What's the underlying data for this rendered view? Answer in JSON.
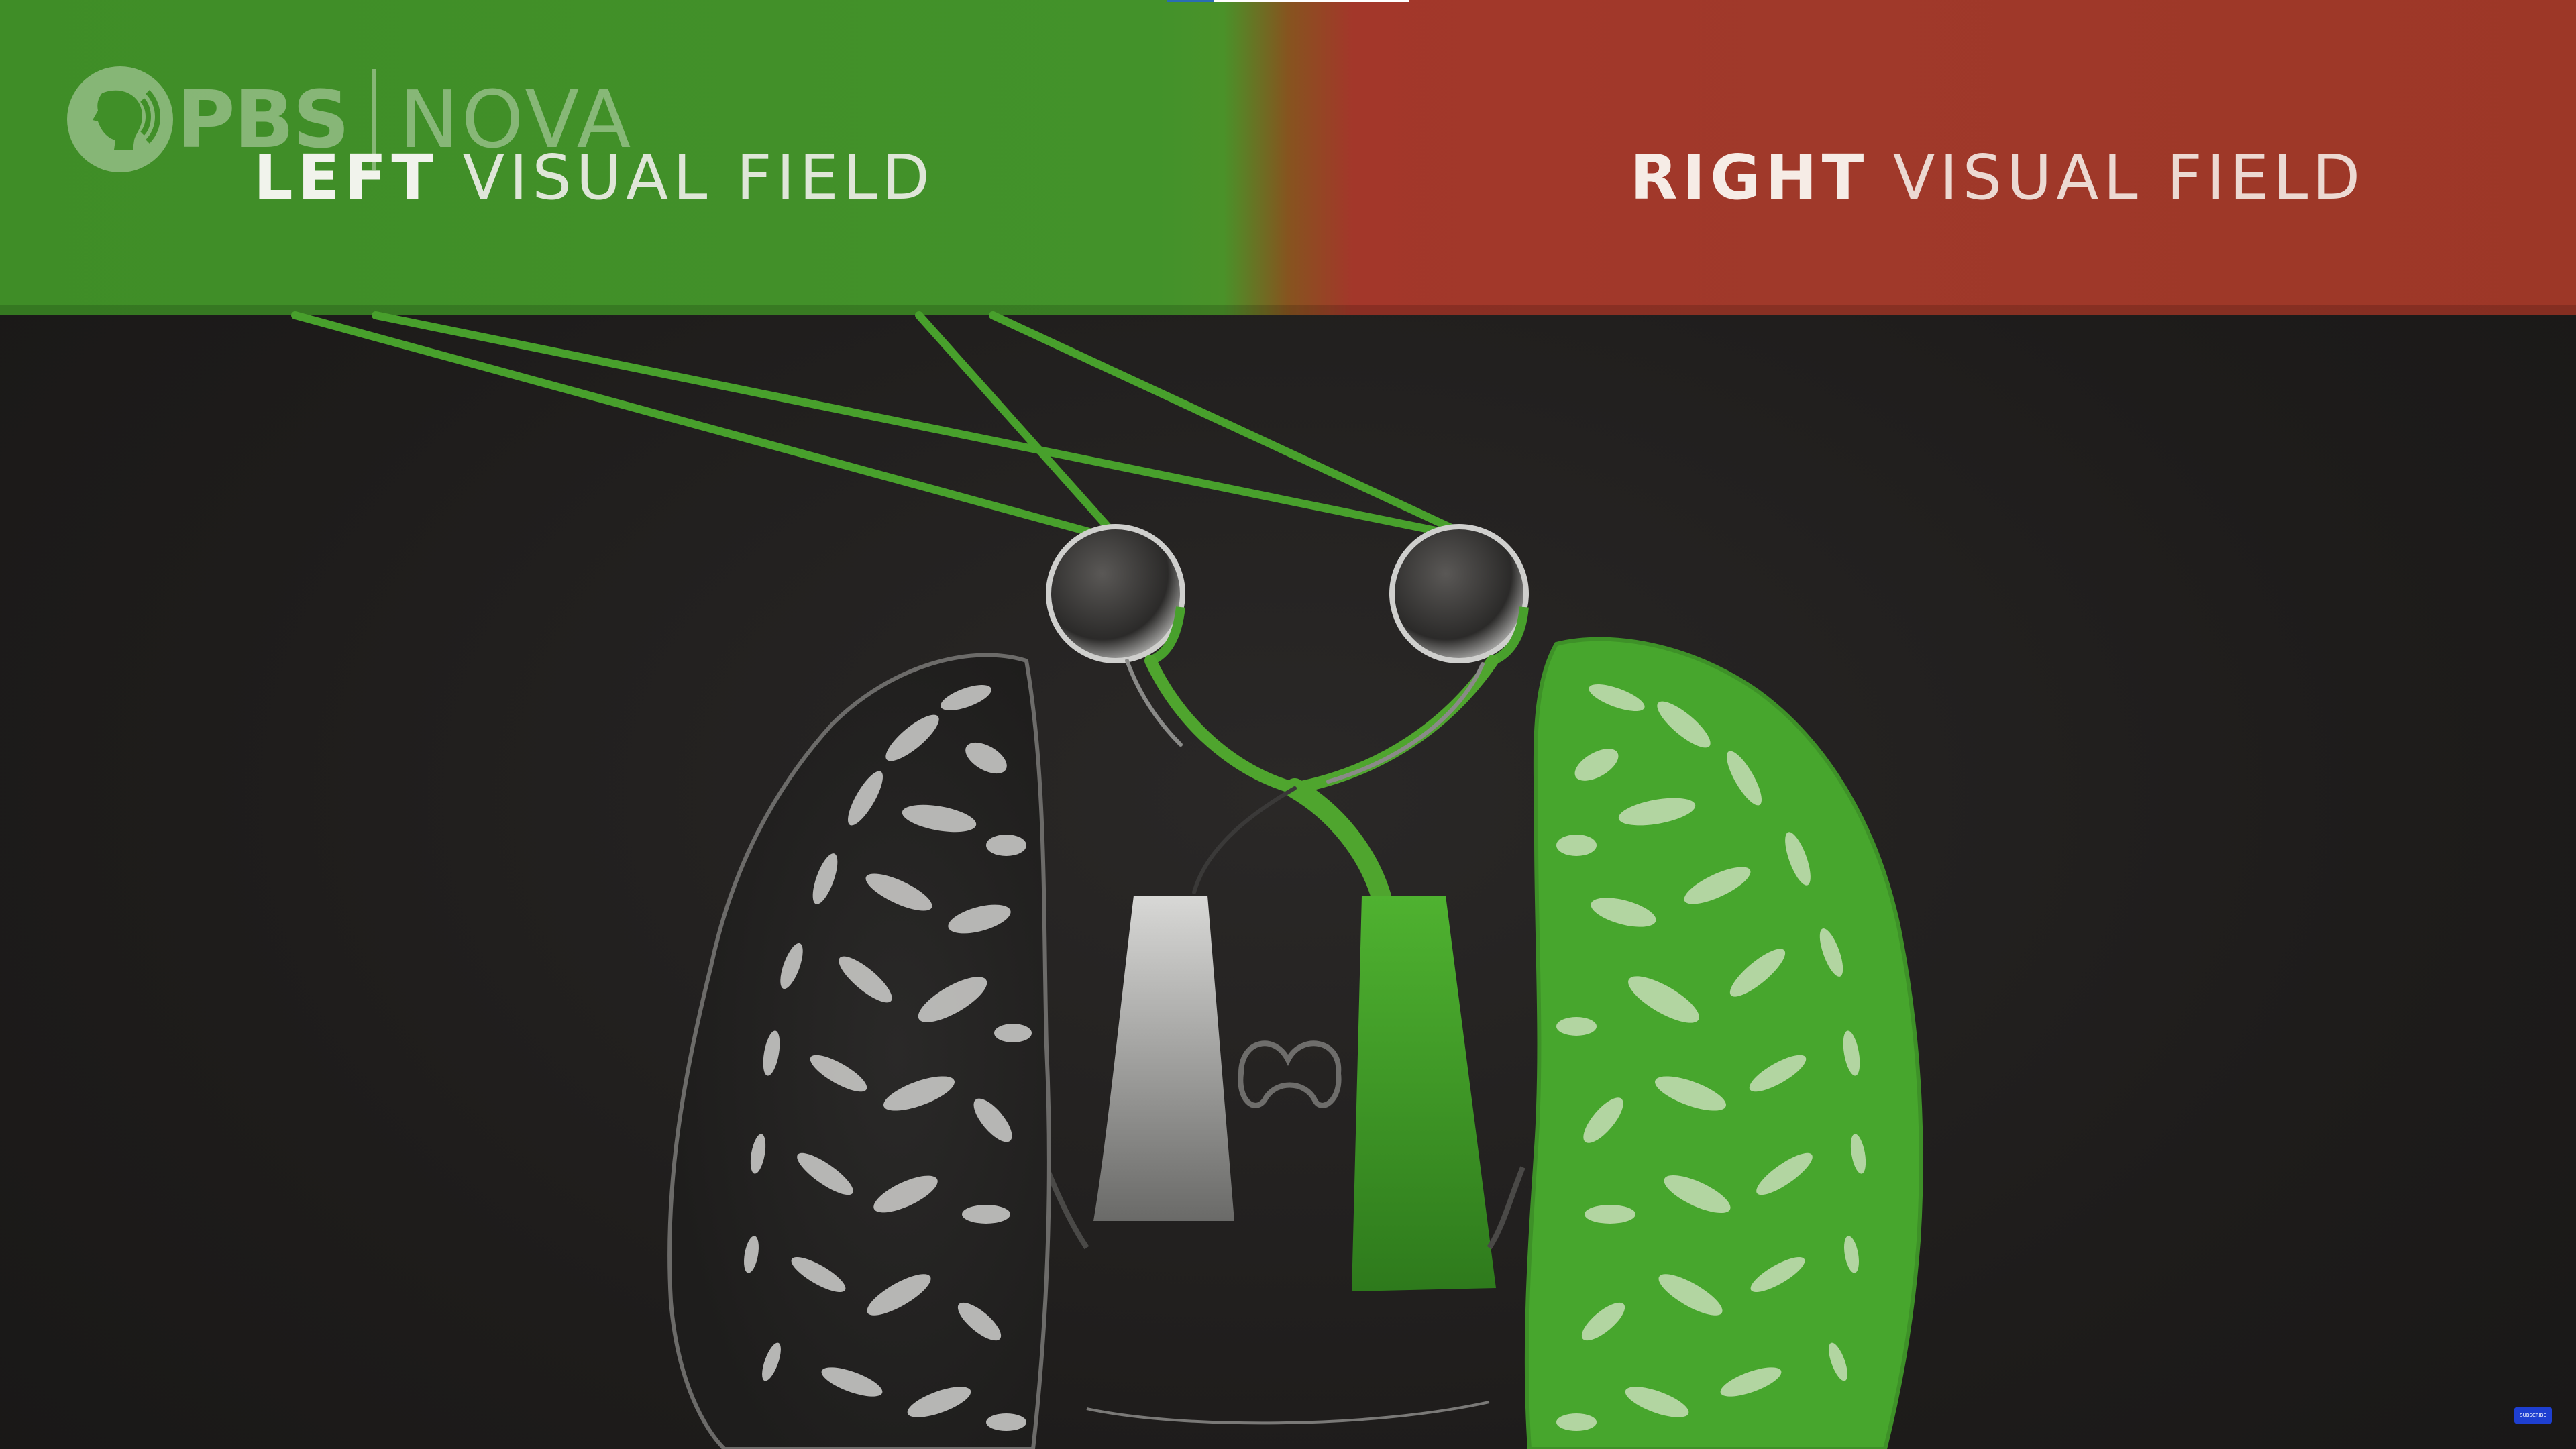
{
  "logo": {
    "brand_text": "PBS",
    "show_text": "NOVA"
  },
  "labels": {
    "left_bold": "LEFT",
    "left_rest": " VISUAL FIELD",
    "right_bold": "RIGHT",
    "right_rest": " VISUAL FIELD"
  },
  "subscribe": {
    "label": "SUBSCRIBE"
  },
  "colors": {
    "left_field": "#43922a",
    "right_field": "#a0392a",
    "background": "#1f1d1c",
    "highlight_green": "#4fa52e"
  },
  "icons": {
    "logo": "pbs-head-icon"
  }
}
